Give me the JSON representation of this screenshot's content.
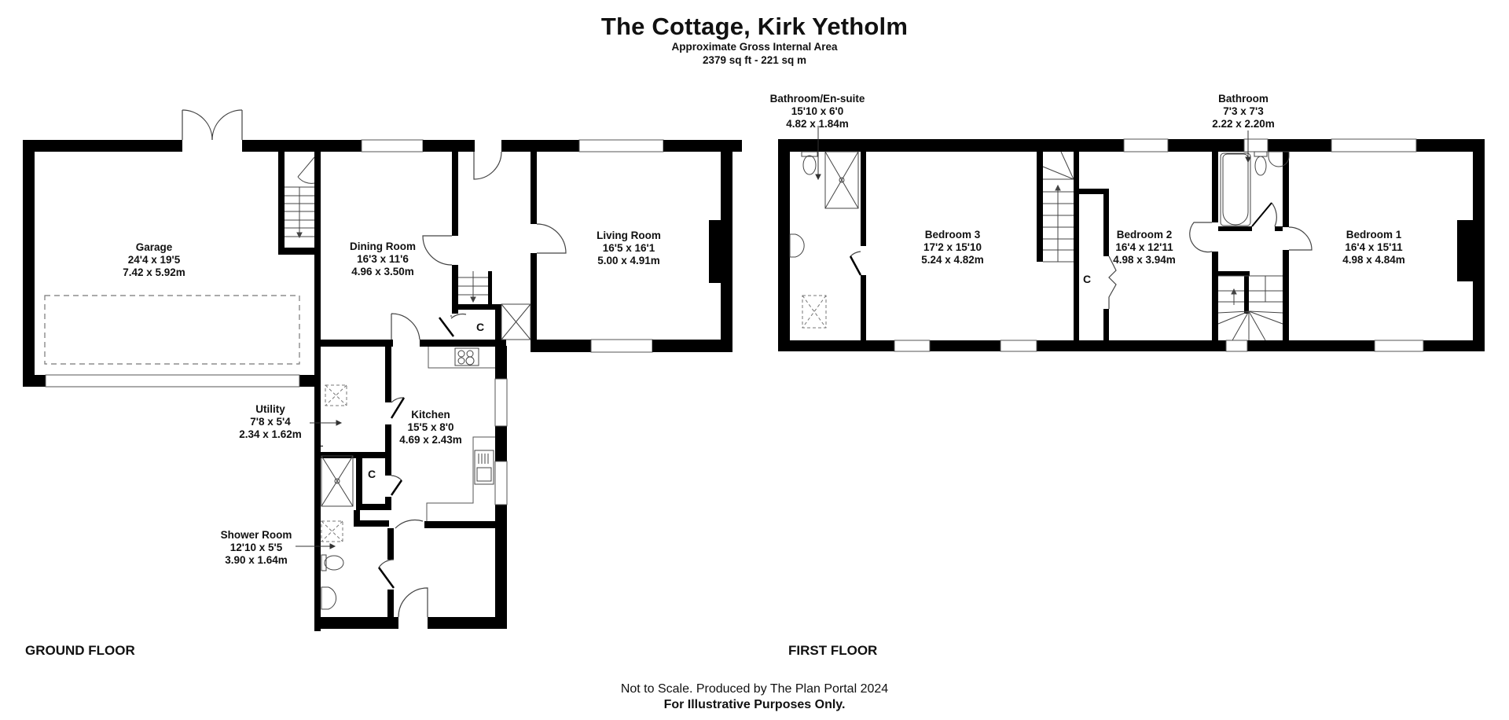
{
  "header": {
    "title": "The Cottage, Kirk Yetholm",
    "subtitle": "Approximate Gross Internal Area",
    "area": "2379 sq ft - 221 sq m"
  },
  "floors": {
    "ground": {
      "label": "GROUND FLOOR",
      "rooms": [
        {
          "name": "Garage",
          "imperial": "24'4 x 19'5",
          "metric": "7.42 x 5.92m"
        },
        {
          "name": "Dining Room",
          "imperial": "16'3 x 11'6",
          "metric": "4.96 x 3.50m"
        },
        {
          "name": "Living Room",
          "imperial": "16'5 x 16'1",
          "metric": "5.00 x 4.91m"
        },
        {
          "name": "Utility",
          "imperial": "7'8 x 5'4",
          "metric": "2.34 x 1.62m"
        },
        {
          "name": "Kitchen",
          "imperial": "15'5 x 8'0",
          "metric": "4.69 x 2.43m"
        },
        {
          "name": "Shower Room",
          "imperial": "12'10 x 5'5",
          "metric": "3.90 x 1.64m"
        }
      ],
      "cupboards": [
        "C",
        "C"
      ]
    },
    "first": {
      "label": "FIRST FLOOR",
      "rooms": [
        {
          "name": "Bathroom/En-suite",
          "imperial": "15'10 x 6'0",
          "metric": "4.82 x 1.84m"
        },
        {
          "name": "Bedroom 3",
          "imperial": "17'2 x 15'10",
          "metric": "5.24 x 4.82m"
        },
        {
          "name": "Bedroom 2",
          "imperial": "16'4 x 12'11",
          "metric": "4.98 x 3.94m"
        },
        {
          "name": "Bathroom",
          "imperial": "7'3 x 7'3",
          "metric": "2.22 x 2.20m"
        },
        {
          "name": "Bedroom 1",
          "imperial": "16'4 x 15'11",
          "metric": "4.98 x 4.84m"
        }
      ],
      "cupboards": [
        "C"
      ]
    }
  },
  "footer": {
    "disclaimer": "Not to Scale. Produced by The Plan Portal 2024",
    "note": "For Illustrative Purposes Only."
  },
  "colors": {
    "wall": "#000000",
    "fixture_line": "#555555",
    "background": "#ffffff"
  }
}
